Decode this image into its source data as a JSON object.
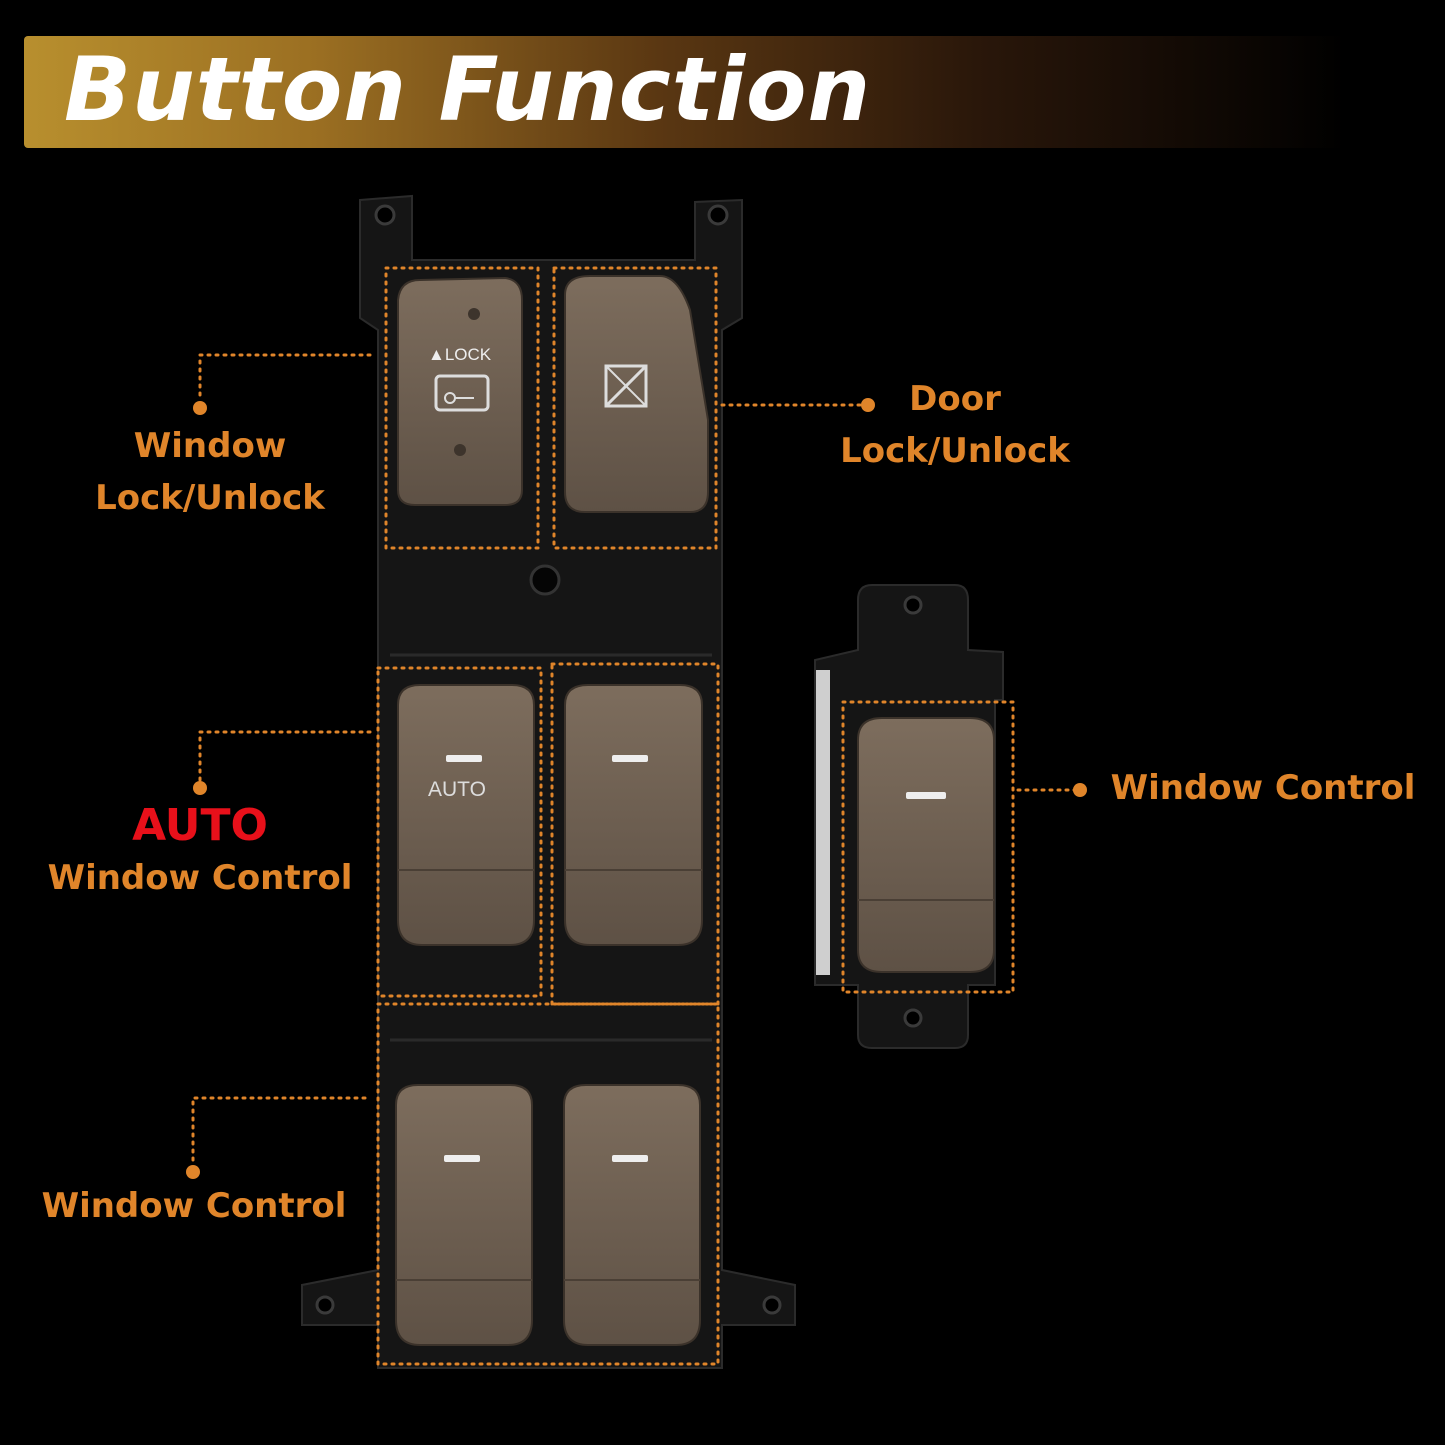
{
  "title": "Button Function",
  "colors": {
    "accent": "#e0852a",
    "auto_red": "#e8101a",
    "button": "#6e5f50",
    "housing": "#161616",
    "banner_gold": "#b88f2e"
  },
  "switch_icons": {
    "window_lock_button": "lock-icon",
    "door_lock_button": "window-lock-crossed-icon"
  },
  "switch_text": {
    "lock": "▲LOCK",
    "auto": "AUTO"
  },
  "labels": {
    "window_lock_1": "Window",
    "window_lock_2": "Lock/Unlock",
    "door_lock_1": "Door",
    "door_lock_2": "Lock/Unlock",
    "auto_highlight": "AUTO",
    "auto_window_control": "Window Control",
    "window_control_bottom": "Window Control",
    "window_control_right": "Window Control"
  }
}
